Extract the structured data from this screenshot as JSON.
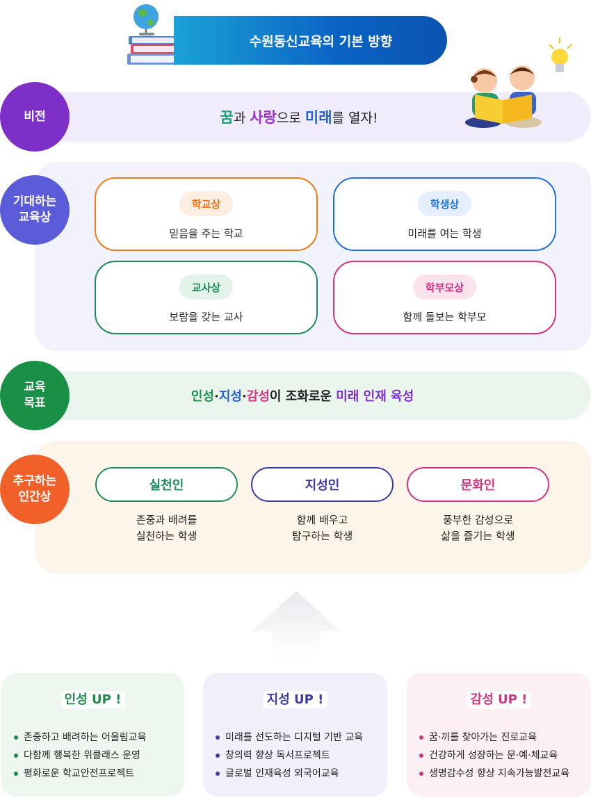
{
  "header": {
    "title": "수원동신교육의 기본 방향"
  },
  "vision": {
    "label": "비전",
    "segments": [
      "꿈",
      "과 ",
      "사랑",
      "으로 ",
      "미래",
      "를 열자!"
    ]
  },
  "expected": {
    "label_line1": "기대하는",
    "label_line2": "교육상",
    "cards": [
      {
        "tag": "학교상",
        "desc": "믿음을 주는 학교"
      },
      {
        "tag": "학생상",
        "desc": "미래를 여는 학생"
      },
      {
        "tag": "교사상",
        "desc": "보람을 갖는 교사"
      },
      {
        "tag": "학부모상",
        "desc": "함께 돌보는 학부모"
      }
    ]
  },
  "goal": {
    "label_line1": "교육",
    "label_line2": "목표",
    "segments": [
      "인성",
      "·",
      "지성",
      "·",
      "감성",
      "이 조화로운 ",
      "미래 인재 육성"
    ]
  },
  "ideal": {
    "label_line1": "추구하는",
    "label_line2": "인간상",
    "items": [
      {
        "tag": "실천인",
        "desc1": "존중과 배려를",
        "desc2": "실천하는 학생"
      },
      {
        "tag": "지성인",
        "desc1": "함께 배우고",
        "desc2": "탐구하는 학생"
      },
      {
        "tag": "문화인",
        "desc1": "풍부한 감성으로",
        "desc2": "삶을 즐기는 학생"
      }
    ]
  },
  "programs": [
    {
      "title": "인성 UP !",
      "items": [
        "존중하고 배려하는 어울림교육",
        "다함께 행복한 위클래스 운영",
        "평화로운 학교안전프로젝트"
      ]
    },
    {
      "title": "지성 UP !",
      "items": [
        "미래를 선도하는 디지털 기반 교육",
        "창의력 향상 독서프로젝트",
        "글로벌 인재육성 외국어교육"
      ]
    },
    {
      "title": "감성 UP !",
      "items": [
        "꿈·끼를 찾아가는 진로교육",
        "건강하게 성장하는 문·예·체교육",
        "생명감수성 향상 지속가능발전교육"
      ]
    }
  ],
  "colors": {
    "vision": "#7d2fc7",
    "expected": "#5a5bd8",
    "goal": "#1a9046",
    "ideal": "#f2602a",
    "orange": "#ef7d15",
    "blue": "#1f6fe0",
    "green": "#1d8a5a",
    "magenta": "#d4337f",
    "purple": "#3b3aa8"
  },
  "icons": {
    "header": "globe-books-icon",
    "vision": "kids-reading-icon",
    "bulb": "lightbulb-icon",
    "arrow": "up-arrow-icon"
  }
}
